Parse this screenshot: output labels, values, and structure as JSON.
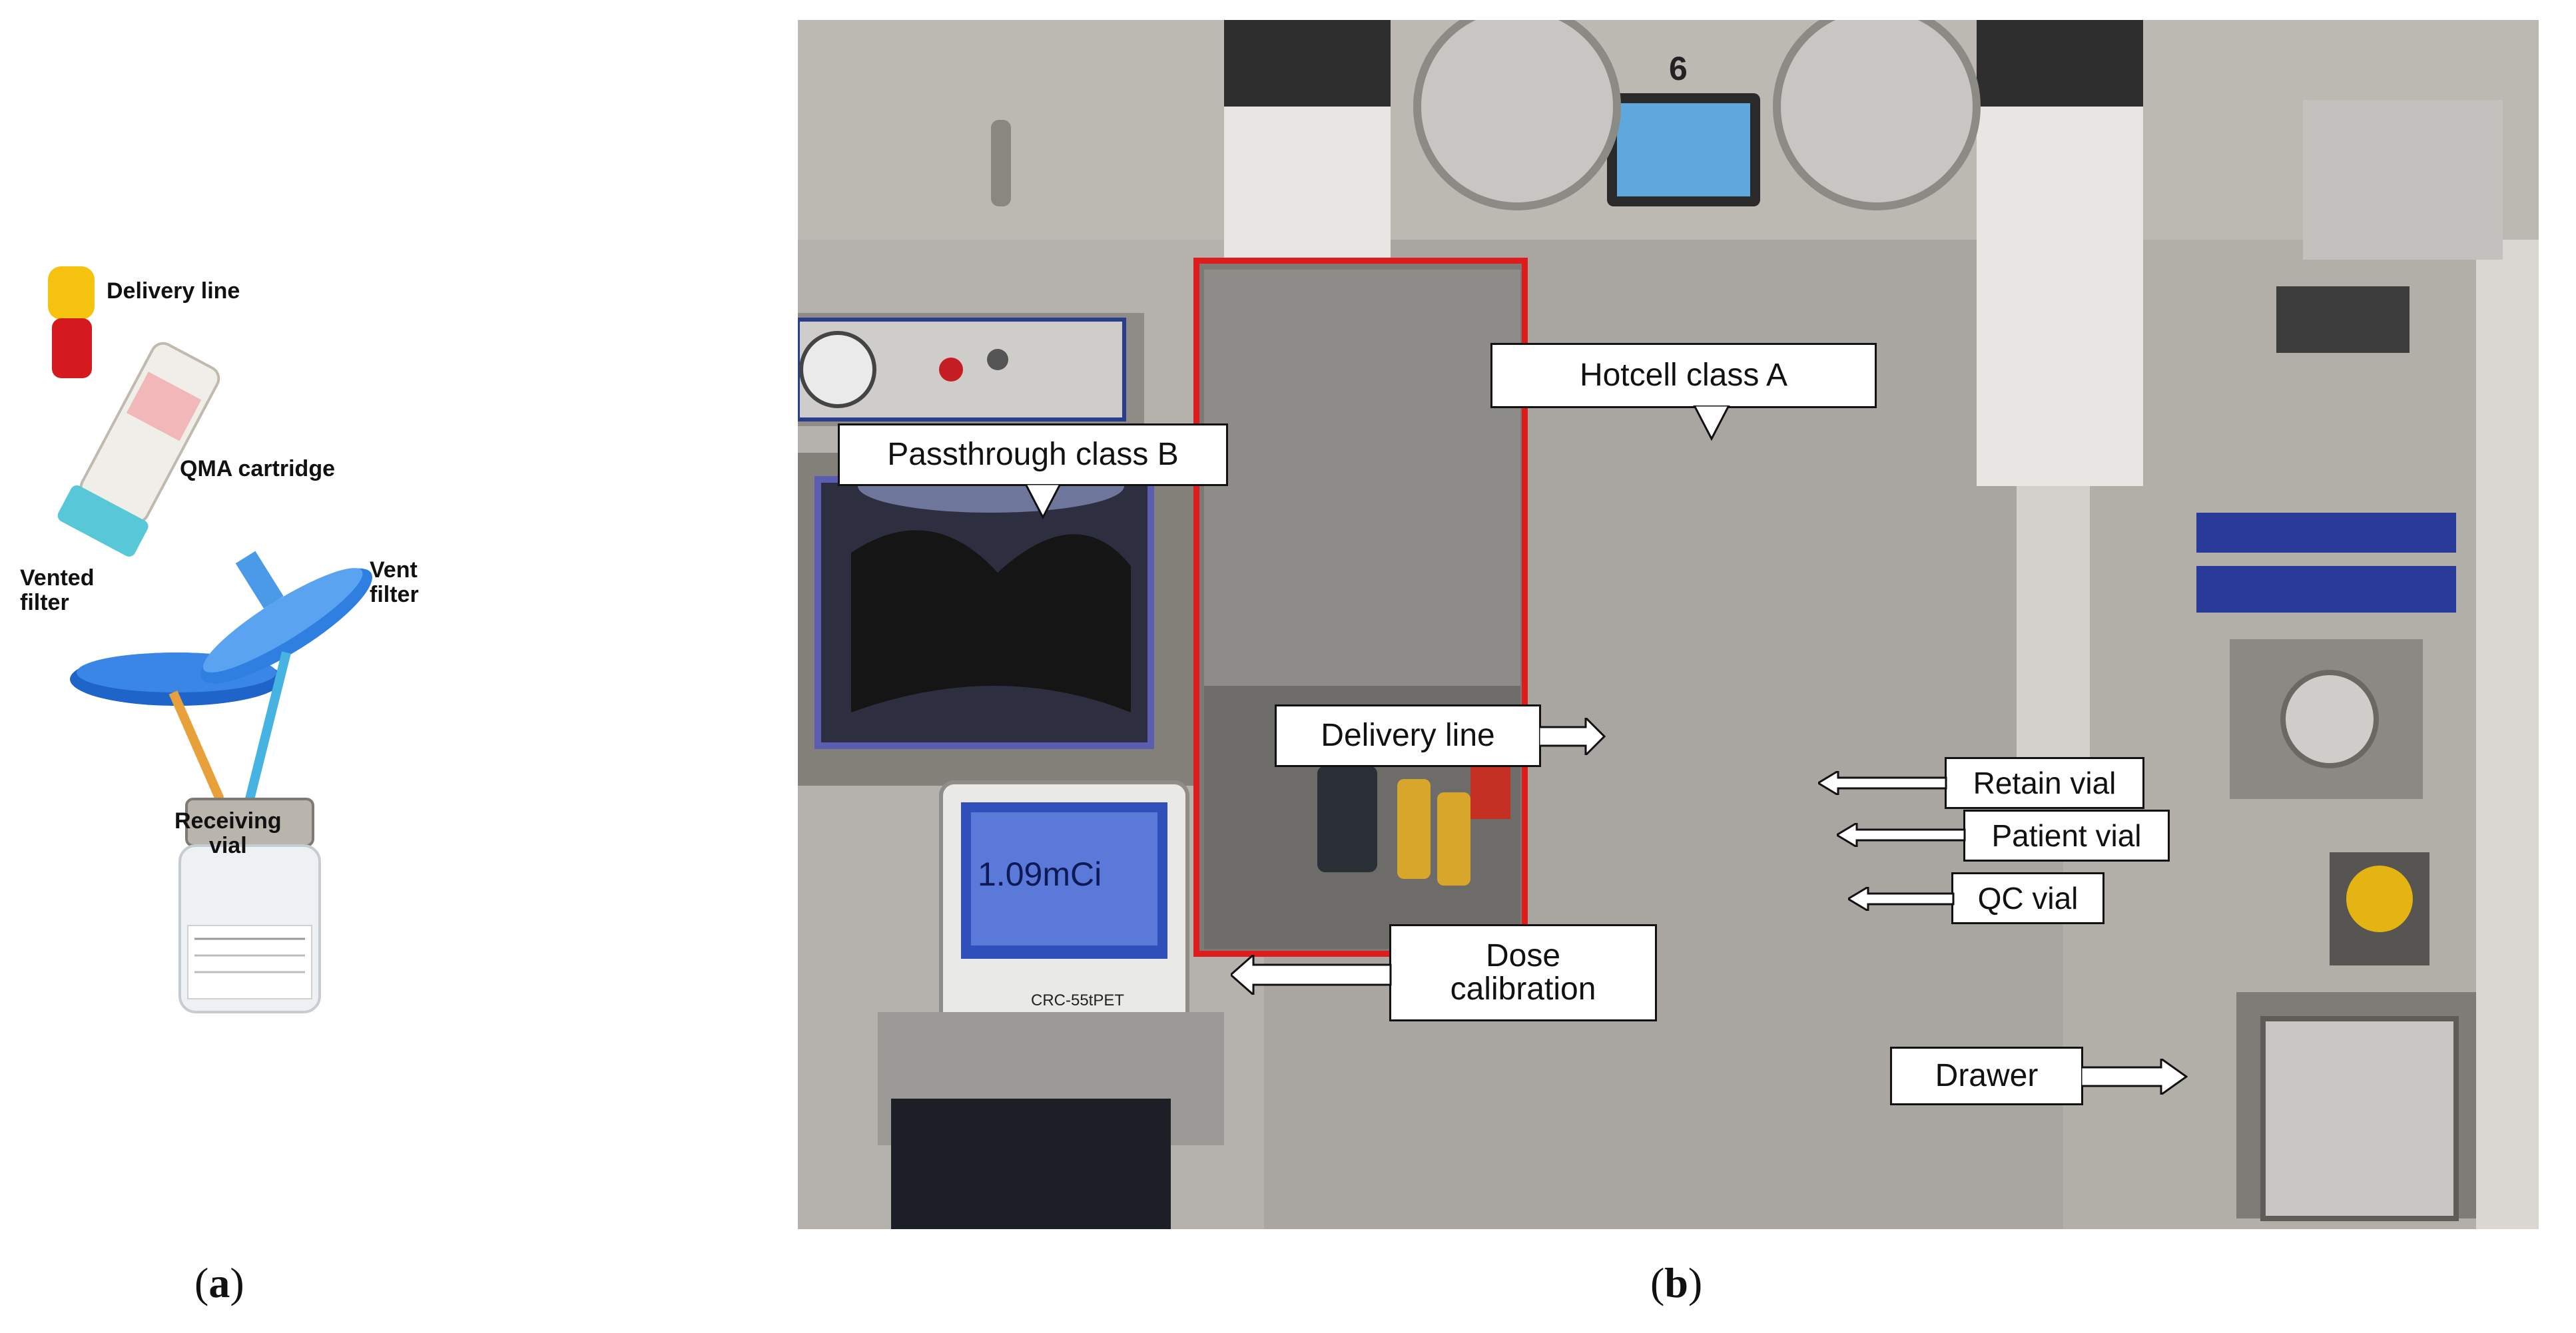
{
  "panel_a": {
    "labels": {
      "delivery_line": "Delivery line",
      "qma_cartridge": "QMA cartridge",
      "vented_filter": "Vented\nfilter",
      "vent_filter": "Vent\nfilter",
      "receiving_vial": "Receiving\nvial"
    },
    "caption_letter": "a"
  },
  "panel_b": {
    "labels": {
      "hotcell": "Hotcell class A",
      "passthrough": "Passthrough class B",
      "delivery_line": "Delivery line",
      "retain_vial": "Retain vial",
      "patient_vial": "Patient vial",
      "qc_vial": "QC vial",
      "dose_calibration": "Dose\ncalibration",
      "drawer": "Drawer"
    },
    "device_text": {
      "dose_reading": "1.09mCi",
      "brand": "CRC-55tPET",
      "top_number": "6"
    },
    "caption_letter": "b"
  },
  "colors": {
    "hotcell_frame": "#e01b1b",
    "arrow_fill": "#ffffff",
    "stainless": "#a9a6a1"
  }
}
